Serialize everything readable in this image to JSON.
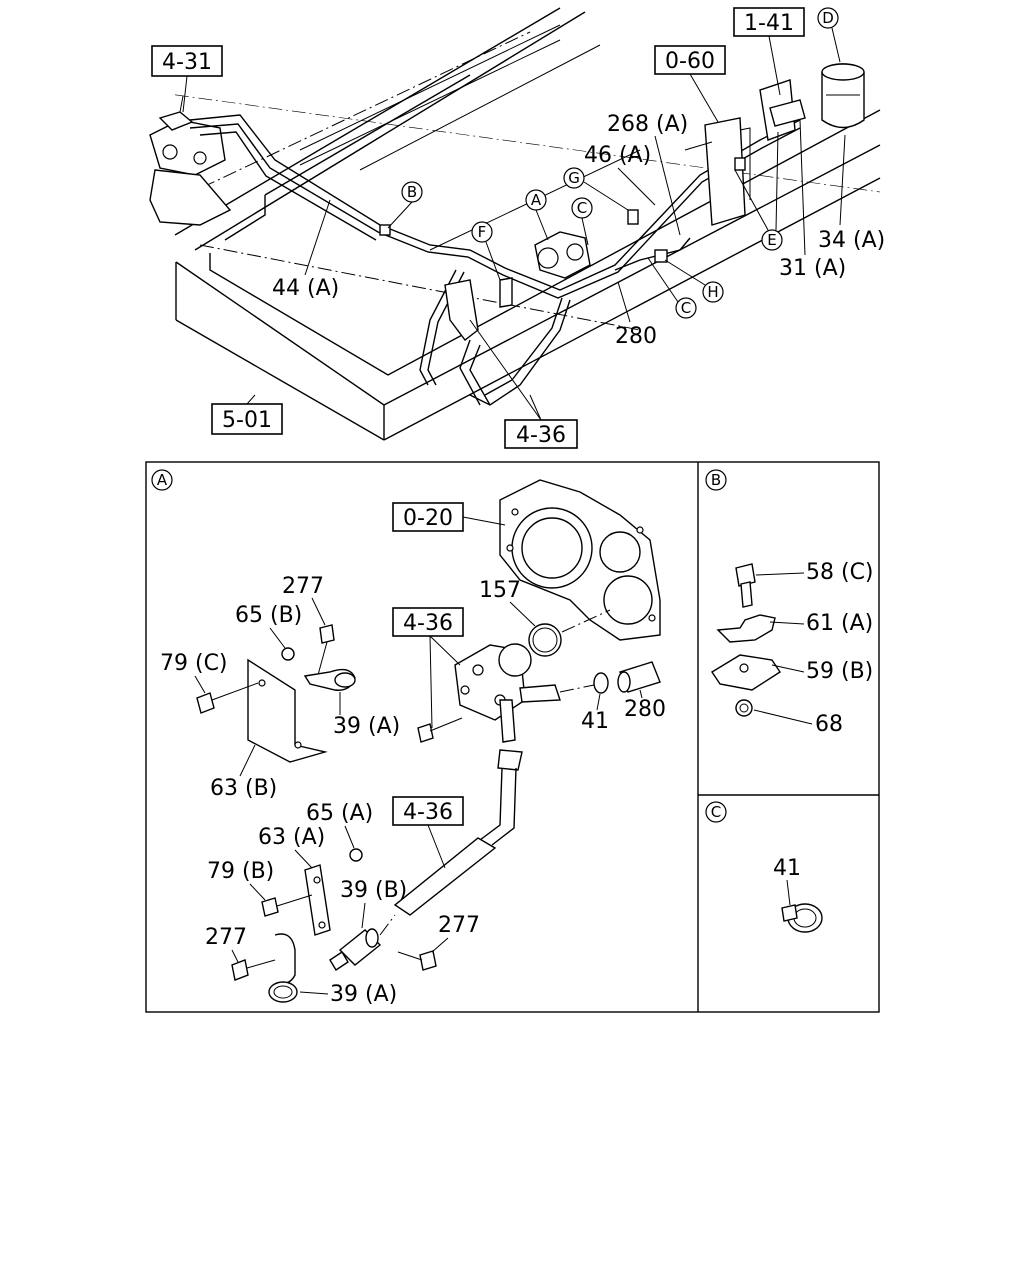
{
  "refs": {
    "r431": "4-31",
    "r141": "1-41",
    "r060": "0-60",
    "r501": "5-01",
    "r436_top": "4-36",
    "r020": "0-20",
    "r436_a1": "4-36",
    "r436_a2": "4-36"
  },
  "callouts": {
    "A": "A",
    "B": "B",
    "C": "C",
    "D": "D",
    "E": "E",
    "F": "F",
    "G": "G",
    "H": "H"
  },
  "top_labels": {
    "p268A": "268 (A)",
    "p46A": "46 (A)",
    "p44A": "44 (A)",
    "p34A": "34 (A)",
    "p31A": "31 (A)",
    "p280": "280"
  },
  "panel_A": {
    "p157": "157",
    "p277a": "277",
    "p65B": "65 (B)",
    "p79C": "79 (C)",
    "p39A_a": "39 (A)",
    "p63B": "63 (B)",
    "p41": "41",
    "p280": "280",
    "p65A": "65 (A)",
    "p63A": "63 (A)",
    "p79B": "79 (B)",
    "p39B": "39 (B)",
    "p277b": "277",
    "p277c": "277",
    "p39A_b": "39 (A)"
  },
  "panel_B": {
    "p58C": "58 (C)",
    "p61A": "61 (A)",
    "p59B": "59 (B)",
    "p68": "68"
  },
  "panel_C": {
    "p41": "41"
  }
}
